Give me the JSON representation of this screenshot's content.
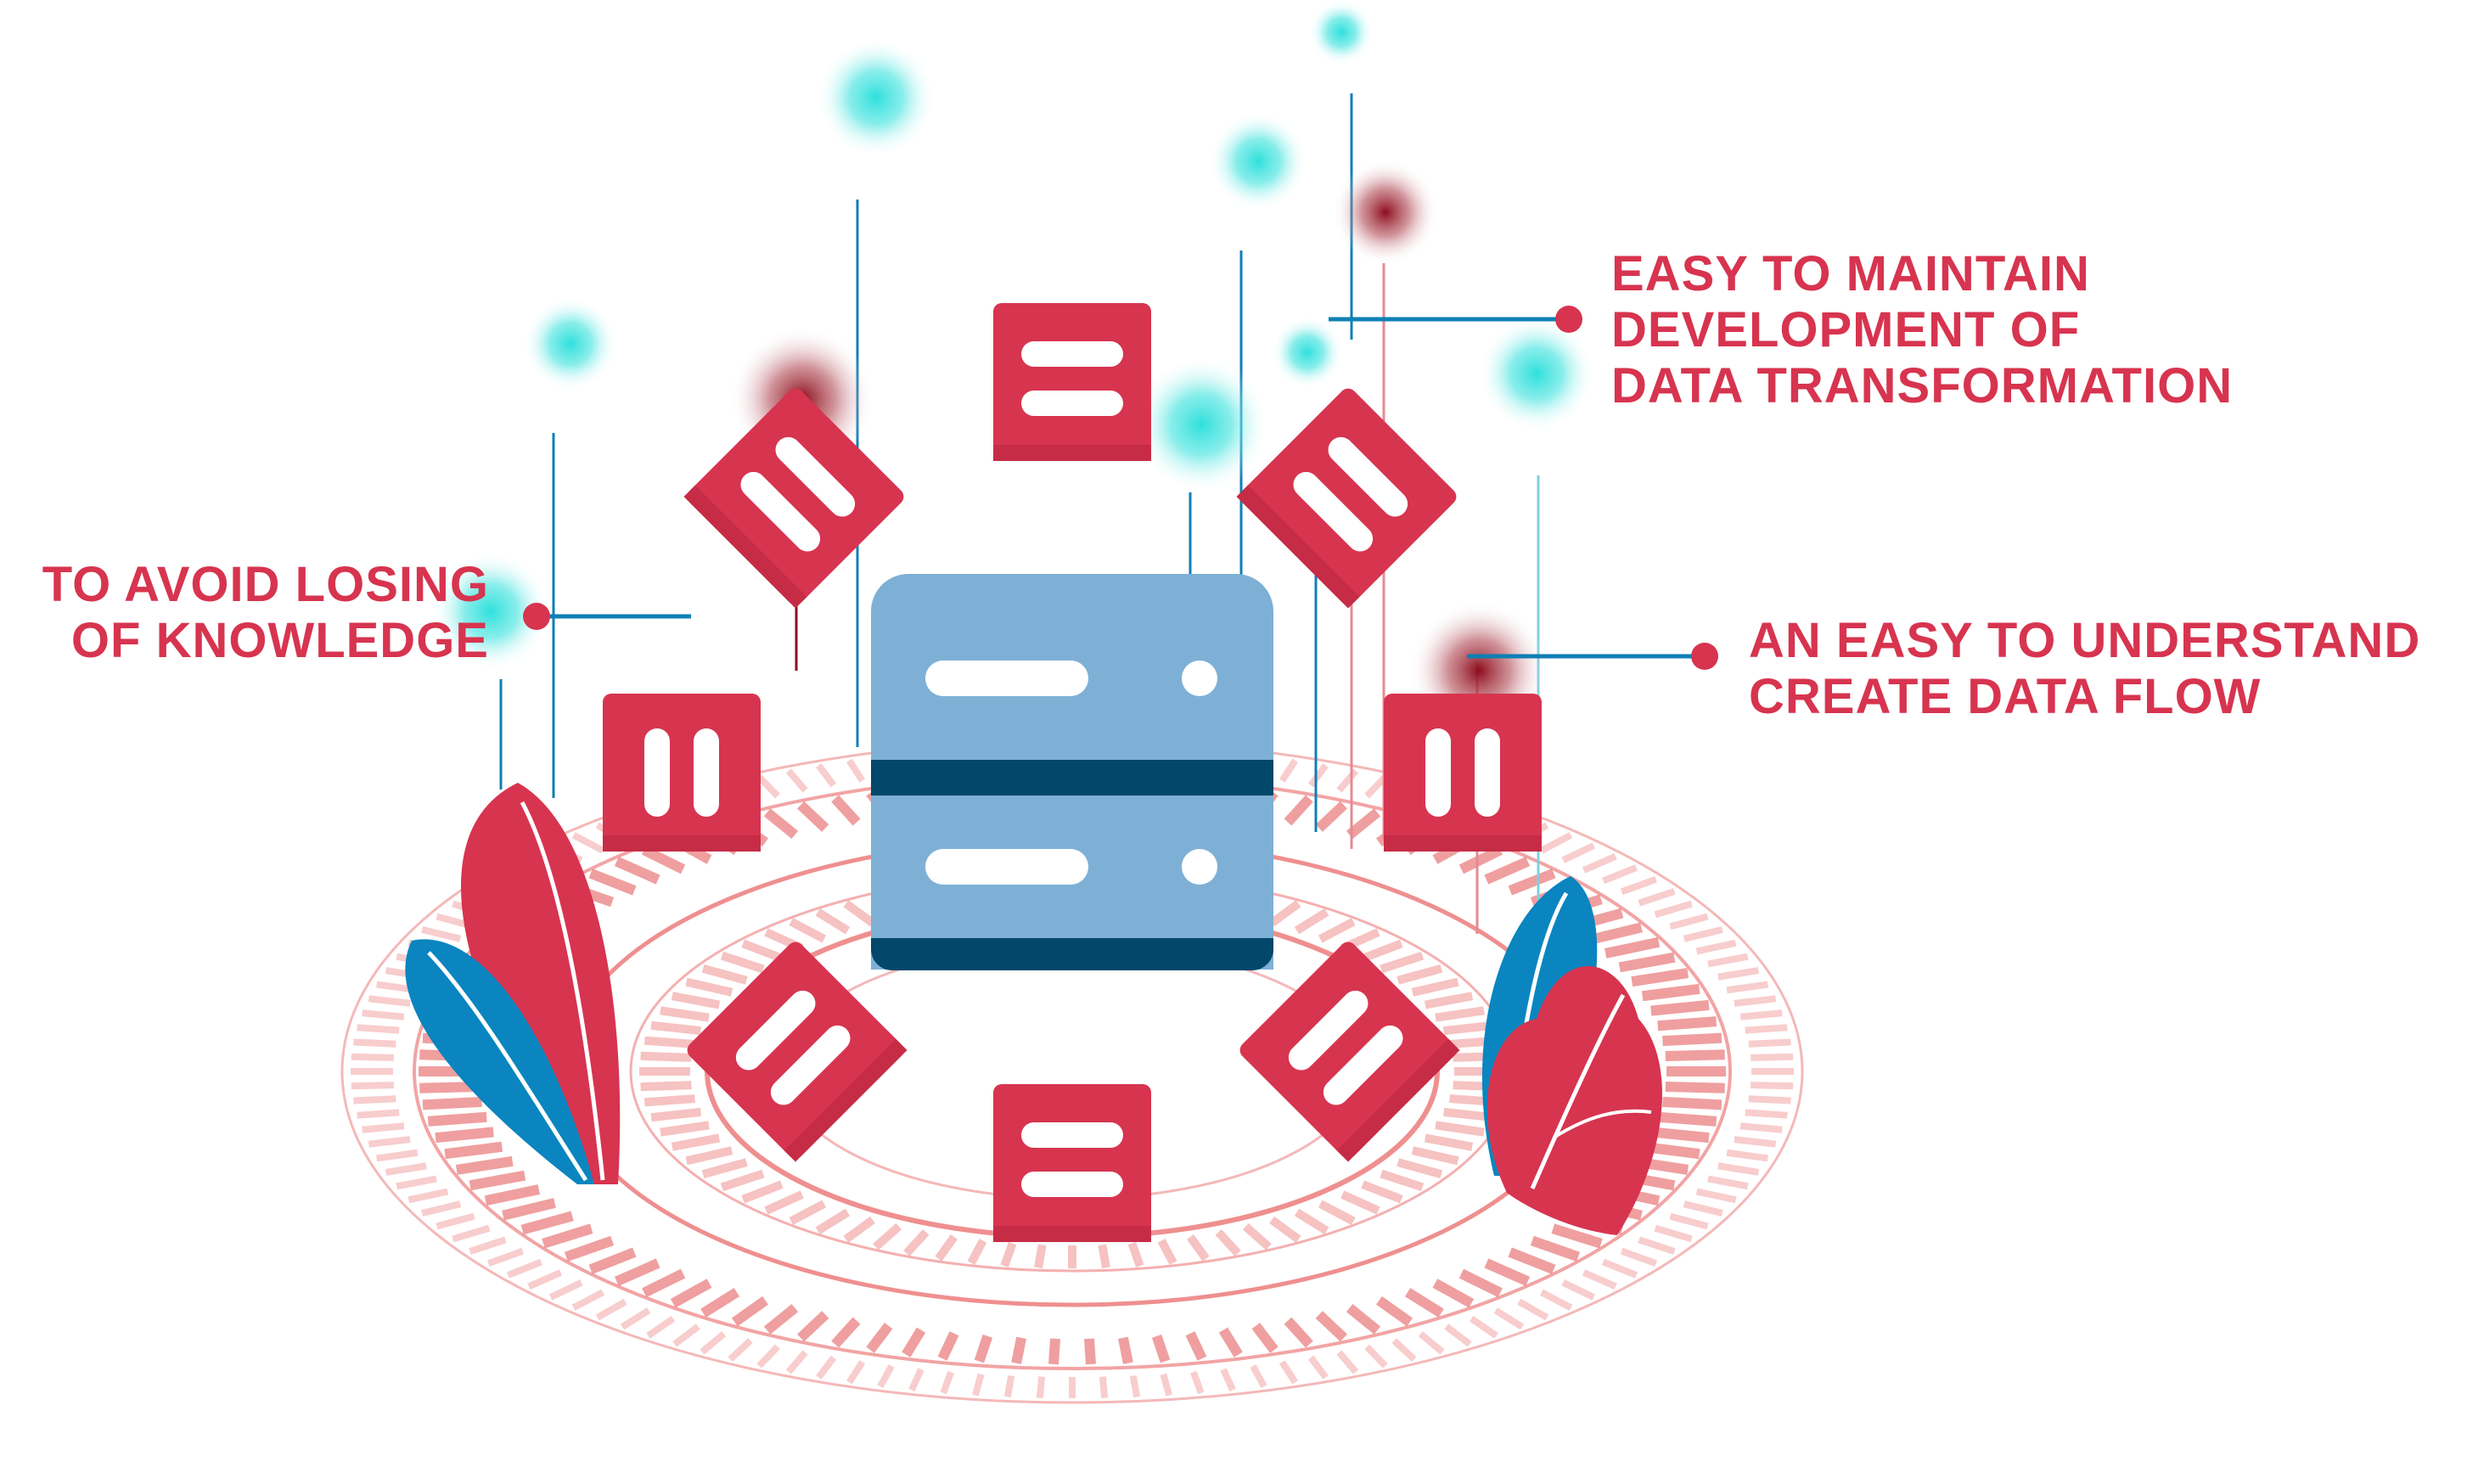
{
  "colors": {
    "accent_red": "#d7344f",
    "dark_red": "#8d0d1d",
    "server_blue": "#7eb0d6",
    "server_navy": "#03476b",
    "leaf_blue": "#0a85bf",
    "line_teal": "#0f7fb5",
    "glow_cyan": "#2ee0dc",
    "ring_pink": "#ef8f8f"
  },
  "callouts": [
    {
      "id": "maintain",
      "lines": [
        "EASY TO MAINTAIN",
        "DEVELOPMENT OF",
        "DATA TRANSFORMATION"
      ]
    },
    {
      "id": "knowledge",
      "lines": [
        "TO AVOID LOSING",
        "OF KNOWLEDGE"
      ]
    },
    {
      "id": "dataflow",
      "lines": [
        "AN EASY TO UNDERSTAND",
        "CREATE DATA FLOW"
      ]
    }
  ],
  "icons": {
    "center": "database-server-icon",
    "modules": "data-module-icon",
    "plants": "leaf-icon"
  }
}
